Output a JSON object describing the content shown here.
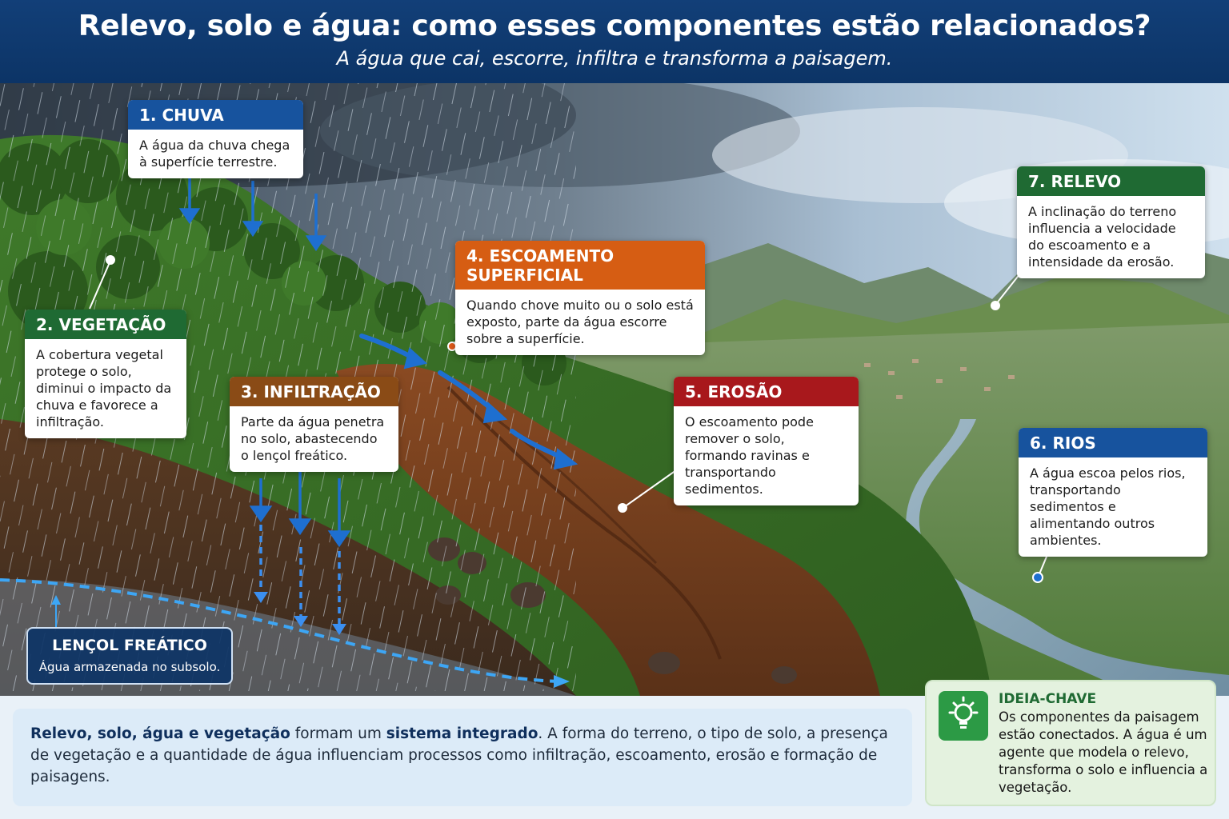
{
  "header": {
    "title": "Relevo, solo e água: como esses componentes estão relacionados?",
    "subtitle": "A água que cai, escorre, infiltra e transforma a paisagem."
  },
  "callouts": [
    {
      "title": "1.  CHUVA",
      "text": "A água da chuva chega à superfície terrestre."
    },
    {
      "title": "2.  VEGETAÇÃO",
      "text": "A cobertura vegetal protege o solo, diminui o impacto da chuva e favorece a infiltração."
    },
    {
      "title": "3.  INFILTRAÇÃO",
      "text": "Parte da água penetra no solo, abastecendo o lençol freático."
    },
    {
      "title": "4.  ESCOAMENTO SUPERFICIAL",
      "text": "Quando chove muito ou o solo está exposto, parte da água escorre sobre a superfície."
    },
    {
      "title": "5.  EROSÃO",
      "text": "O escoamento pode remover o solo, formando ravinas e transportando sedimentos."
    },
    {
      "title": "6.  RIOS",
      "text": "A água escoa pelos rios, transportando sedimentos e alimentando outros ambientes."
    },
    {
      "title": "7.  RELEVO",
      "text": "A inclinação do terreno influencia a velocidade do escoamento e a intensidade da erosão."
    }
  ],
  "lencol": {
    "title": "LENÇOL FREÁTICO",
    "text": "Água armazenada no subsolo."
  },
  "summary": {
    "b1": "Relevo, solo, água e vegetação",
    "t1": " formam um ",
    "b2": "sistema integrado",
    "t2": ". A forma do terreno, o tipo de solo, a presença de vegetação e a quantidade de água influenciam processos como infiltração, escoamento, erosão e formação de paisagens."
  },
  "ideia": {
    "title": "IDEIA-CHAVE",
    "text": "Os componentes da paisagem estão conectados. A água é um agente que modela o relevo, transforma o solo e influencia a vegetação."
  },
  "colors": {
    "header": "#123f78",
    "chuva": "#17539e",
    "vegetacao": "#1f6a33",
    "infiltracao": "#8a4b16",
    "escoamento": "#d65d13",
    "erosao": "#a8181c",
    "arrows": "#1e6fd0"
  }
}
